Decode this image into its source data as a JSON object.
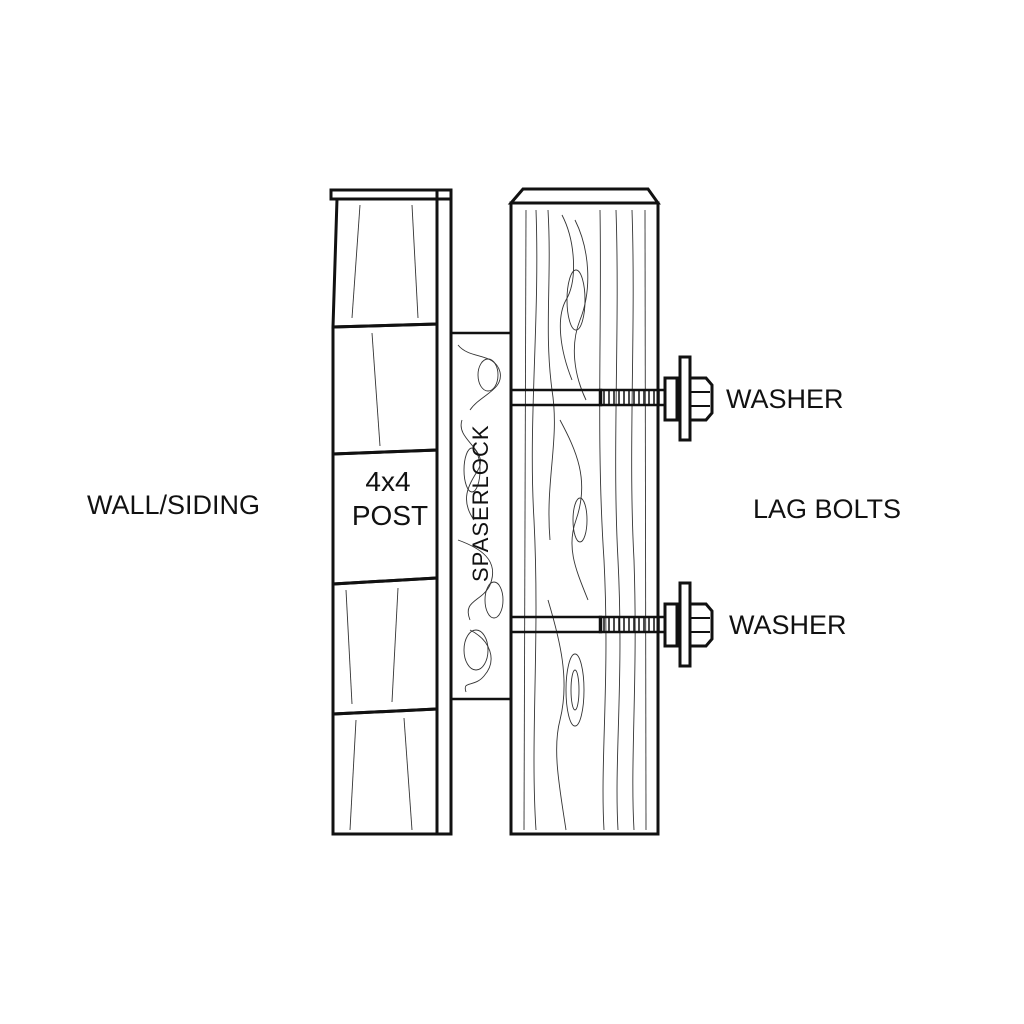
{
  "labels": {
    "wall_siding": "WALL/SIDING",
    "post_line1": "4x4",
    "post_line2": "POST",
    "spacer_block": "SPASERLOCK",
    "washer_top": "WASHER",
    "lag_bolts": "LAG BOLTS",
    "washer_bottom": "WASHER"
  },
  "colors": {
    "ink": "#111111",
    "background": "#ffffff"
  }
}
